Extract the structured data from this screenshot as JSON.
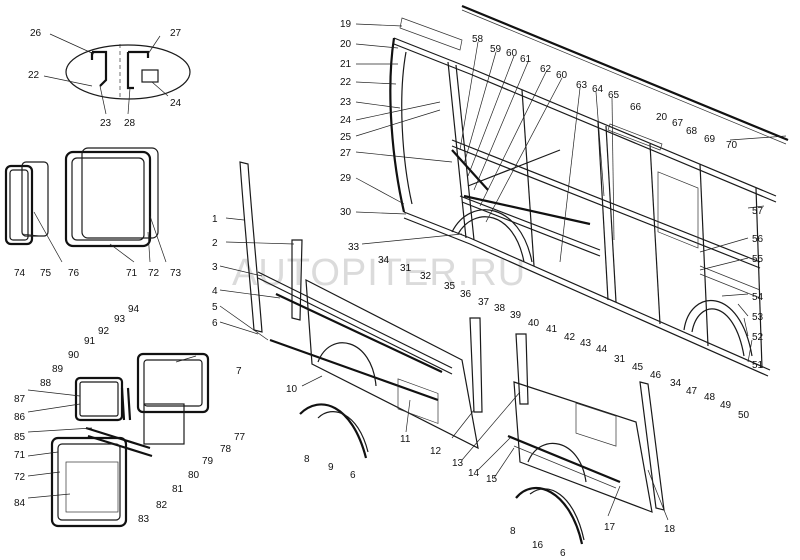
{
  "watermark": "AUTOPITER.RU",
  "callouts": [
    {
      "id": "c26",
      "text": "26"
    },
    {
      "id": "c27",
      "text": "27"
    },
    {
      "id": "c22a",
      "text": "22"
    },
    {
      "id": "c24a",
      "text": "24"
    },
    {
      "id": "c23a",
      "text": "23"
    },
    {
      "id": "c28",
      "text": "28"
    },
    {
      "id": "c19",
      "text": "19"
    },
    {
      "id": "c20a",
      "text": "20"
    },
    {
      "id": "c21",
      "text": "21"
    },
    {
      "id": "c22b",
      "text": "22"
    },
    {
      "id": "c23b",
      "text": "23"
    },
    {
      "id": "c24b",
      "text": "24"
    },
    {
      "id": "c25",
      "text": "25"
    },
    {
      "id": "c27b",
      "text": "27"
    },
    {
      "id": "c29",
      "text": "29"
    },
    {
      "id": "c30",
      "text": "30"
    },
    {
      "id": "c33",
      "text": "33"
    },
    {
      "id": "c34a",
      "text": "34"
    },
    {
      "id": "c31a",
      "text": "31"
    },
    {
      "id": "c32",
      "text": "32"
    },
    {
      "id": "c35",
      "text": "35"
    },
    {
      "id": "c36",
      "text": "36"
    },
    {
      "id": "c37",
      "text": "37"
    },
    {
      "id": "c38",
      "text": "38"
    },
    {
      "id": "c39",
      "text": "39"
    },
    {
      "id": "c40",
      "text": "40"
    },
    {
      "id": "c41",
      "text": "41"
    },
    {
      "id": "c42",
      "text": "42"
    },
    {
      "id": "c43",
      "text": "43"
    },
    {
      "id": "c44",
      "text": "44"
    },
    {
      "id": "c31b",
      "text": "31"
    },
    {
      "id": "c45",
      "text": "45"
    },
    {
      "id": "c46",
      "text": "46"
    },
    {
      "id": "c34b",
      "text": "34"
    },
    {
      "id": "c47",
      "text": "47"
    },
    {
      "id": "c48",
      "text": "48"
    },
    {
      "id": "c49",
      "text": "49"
    },
    {
      "id": "c50",
      "text": "50"
    },
    {
      "id": "c51",
      "text": "51"
    },
    {
      "id": "c52",
      "text": "52"
    },
    {
      "id": "c53",
      "text": "53"
    },
    {
      "id": "c54",
      "text": "54"
    },
    {
      "id": "c55",
      "text": "55"
    },
    {
      "id": "c56",
      "text": "56"
    },
    {
      "id": "c57",
      "text": "57"
    },
    {
      "id": "c58",
      "text": "58"
    },
    {
      "id": "c59",
      "text": "59"
    },
    {
      "id": "c60a",
      "text": "60"
    },
    {
      "id": "c61",
      "text": "61"
    },
    {
      "id": "c62",
      "text": "62"
    },
    {
      "id": "c60b",
      "text": "60"
    },
    {
      "id": "c63",
      "text": "63"
    },
    {
      "id": "c64",
      "text": "64"
    },
    {
      "id": "c65",
      "text": "65"
    },
    {
      "id": "c66",
      "text": "66"
    },
    {
      "id": "c20b",
      "text": "20"
    },
    {
      "id": "c67",
      "text": "67"
    },
    {
      "id": "c68",
      "text": "68"
    },
    {
      "id": "c69",
      "text": "69"
    },
    {
      "id": "c70",
      "text": "70"
    },
    {
      "id": "c1",
      "text": "1"
    },
    {
      "id": "c2",
      "text": "2"
    },
    {
      "id": "c3",
      "text": "3"
    },
    {
      "id": "c4",
      "text": "4"
    },
    {
      "id": "c5",
      "text": "5"
    },
    {
      "id": "c6a",
      "text": "6"
    },
    {
      "id": "c7",
      "text": "7"
    },
    {
      "id": "c10",
      "text": "10"
    },
    {
      "id": "c11",
      "text": "11"
    },
    {
      "id": "c12",
      "text": "12"
    },
    {
      "id": "c8a",
      "text": "8"
    },
    {
      "id": "c9",
      "text": "9"
    },
    {
      "id": "c6b",
      "text": "6"
    },
    {
      "id": "c13",
      "text": "13"
    },
    {
      "id": "c14",
      "text": "14"
    },
    {
      "id": "c15",
      "text": "15"
    },
    {
      "id": "c8b",
      "text": "8"
    },
    {
      "id": "c16",
      "text": "16"
    },
    {
      "id": "c6c",
      "text": "6"
    },
    {
      "id": "c17",
      "text": "17"
    },
    {
      "id": "c18",
      "text": "18"
    },
    {
      "id": "c74",
      "text": "74"
    },
    {
      "id": "c75",
      "text": "75"
    },
    {
      "id": "c76",
      "text": "76"
    },
    {
      "id": "c71a",
      "text": "71"
    },
    {
      "id": "c72a",
      "text": "72"
    },
    {
      "id": "c73",
      "text": "73"
    },
    {
      "id": "c94",
      "text": "94"
    },
    {
      "id": "c93",
      "text": "93"
    },
    {
      "id": "c92",
      "text": "92"
    },
    {
      "id": "c91",
      "text": "91"
    },
    {
      "id": "c90",
      "text": "90"
    },
    {
      "id": "c89",
      "text": "89"
    },
    {
      "id": "c88",
      "text": "88"
    },
    {
      "id": "c87",
      "text": "87"
    },
    {
      "id": "c86",
      "text": "86"
    },
    {
      "id": "c85",
      "text": "85"
    },
    {
      "id": "c71b",
      "text": "71"
    },
    {
      "id": "c72b",
      "text": "72"
    },
    {
      "id": "c84",
      "text": "84"
    },
    {
      "id": "c83",
      "text": "83"
    },
    {
      "id": "c82",
      "text": "82"
    },
    {
      "id": "c81",
      "text": "81"
    },
    {
      "id": "c80",
      "text": "80"
    },
    {
      "id": "c79",
      "text": "79"
    },
    {
      "id": "c78",
      "text": "78"
    },
    {
      "id": "c77",
      "text": "77"
    }
  ]
}
